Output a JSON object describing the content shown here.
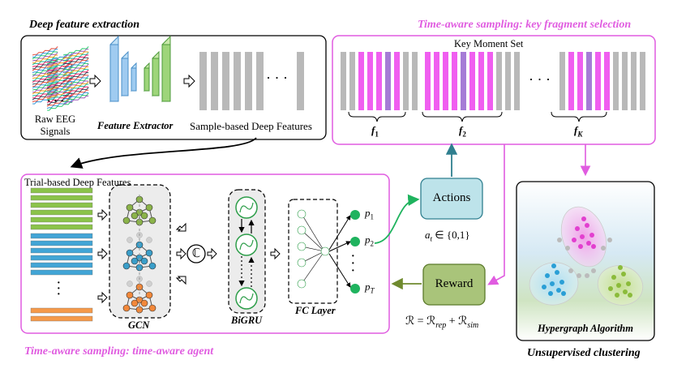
{
  "colors": {
    "magenta": "#e05ce0",
    "bar_gray": "#b9b9b9",
    "bar_pink": "#f05ef0",
    "bar_purple": "#a57cd6",
    "green_arrow": "#1fb35e",
    "reward_arrow": "#6f8a2e",
    "teal_arrow": "#2f7f8f",
    "actions_fill": "#bde3ea",
    "reward_fill": "#a9c47a"
  },
  "extraction": {
    "title": "Deep feature extraction",
    "raw_label_1": "Raw EEG",
    "raw_label_2": "Signals",
    "extractor_label": "Feature Extractor",
    "features_label": "Sample-based Deep Features",
    "dots": "· · ·"
  },
  "sampling_key": {
    "title": "Time-aware sampling: key fragment selection",
    "set_label": "Key Moment Set",
    "f1": "f",
    "f1_sub": "1",
    "f2": "f",
    "f2_sub": "2",
    "fk": "f",
    "fk_sub": "K",
    "dots": "· · ·"
  },
  "agent": {
    "trial_label": "Trial-based Deep Features",
    "gcn_label": "GCN",
    "bigru_label": "BiGRU",
    "fc_label": "FC Layer",
    "concat_symbol": "ℂ",
    "p1": "p",
    "p1_sub": "1",
    "p2": "p",
    "p2_sub": "2",
    "pT": "p",
    "pT_sub": "T",
    "title": "Time-aware sampling: time-aware agent"
  },
  "rl": {
    "actions_label": "Actions",
    "action_space": "a",
    "action_space_sub": "t",
    "action_space_rest": " ∈ {0,1}",
    "reward_label": "Reward",
    "reward_formula_lhs": "ℛ = ℛ",
    "reward_rep": "rep",
    "reward_plus": " + ℛ",
    "reward_sim": "sim"
  },
  "clustering": {
    "hypergraph_label": "Hypergraph Algorithm",
    "title": "Unsupervised clustering"
  }
}
